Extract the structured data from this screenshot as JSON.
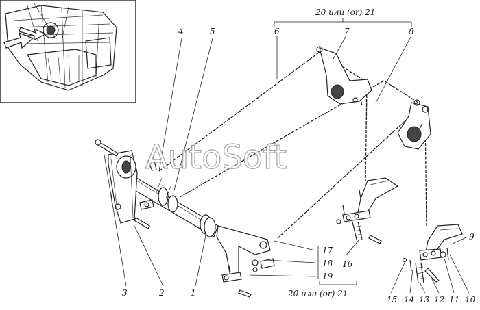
{
  "labels": {
    "l1": "1",
    "l2": "2",
    "l3": "3",
    "l4": "4",
    "l5": "5",
    "l6": "6",
    "l7": "7",
    "l8": "8",
    "l9": "9",
    "l10": "10",
    "l11": "11",
    "l12": "12",
    "l13": "13",
    "l14": "14",
    "l15": "15",
    "l16": "16",
    "l17": "17",
    "l18": "18",
    "l19": "19"
  },
  "group_top": "20 или (or) 21",
  "group_bottom": "20 или (or) 21",
  "watermark": "AutoSoft"
}
